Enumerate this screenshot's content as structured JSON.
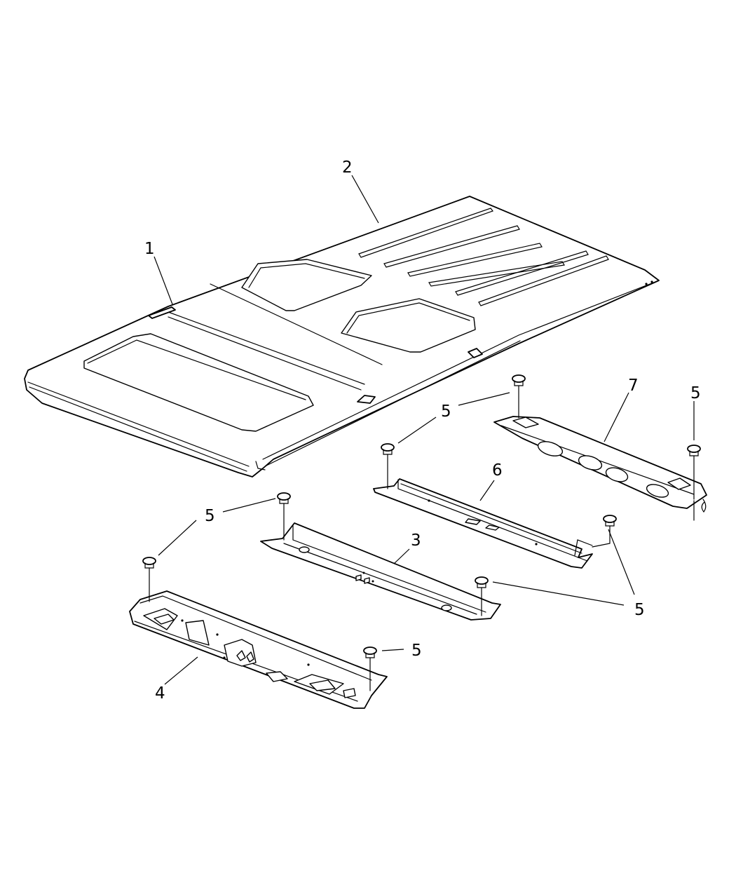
{
  "callouts": {
    "c1": "1",
    "c2": "2",
    "c3": "3",
    "c4": "4",
    "c5_a": "5",
    "c5_b": "5",
    "c5_c": "5",
    "c5_d": "5",
    "c5_e": "5",
    "c6": "6",
    "c7": "7"
  },
  "colors": {
    "line": "#000000",
    "background": "#ffffff"
  }
}
